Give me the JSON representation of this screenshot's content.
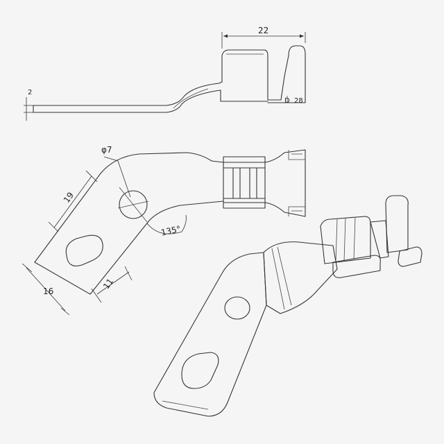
{
  "labels": {
    "top_length": "22",
    "top_thickness": "2",
    "top_right_a": "D",
    "top_right_b": "28",
    "hole_diameter": "φ7",
    "hole_to_slot": "19",
    "tab_width": "16",
    "slot_to_end": "11",
    "bend_angle": "135°"
  },
  "colors": {
    "line": "#333333",
    "paper": "#f5f5f5",
    "metal_light": "#f2f2f2",
    "metal_dark": "#707070"
  }
}
